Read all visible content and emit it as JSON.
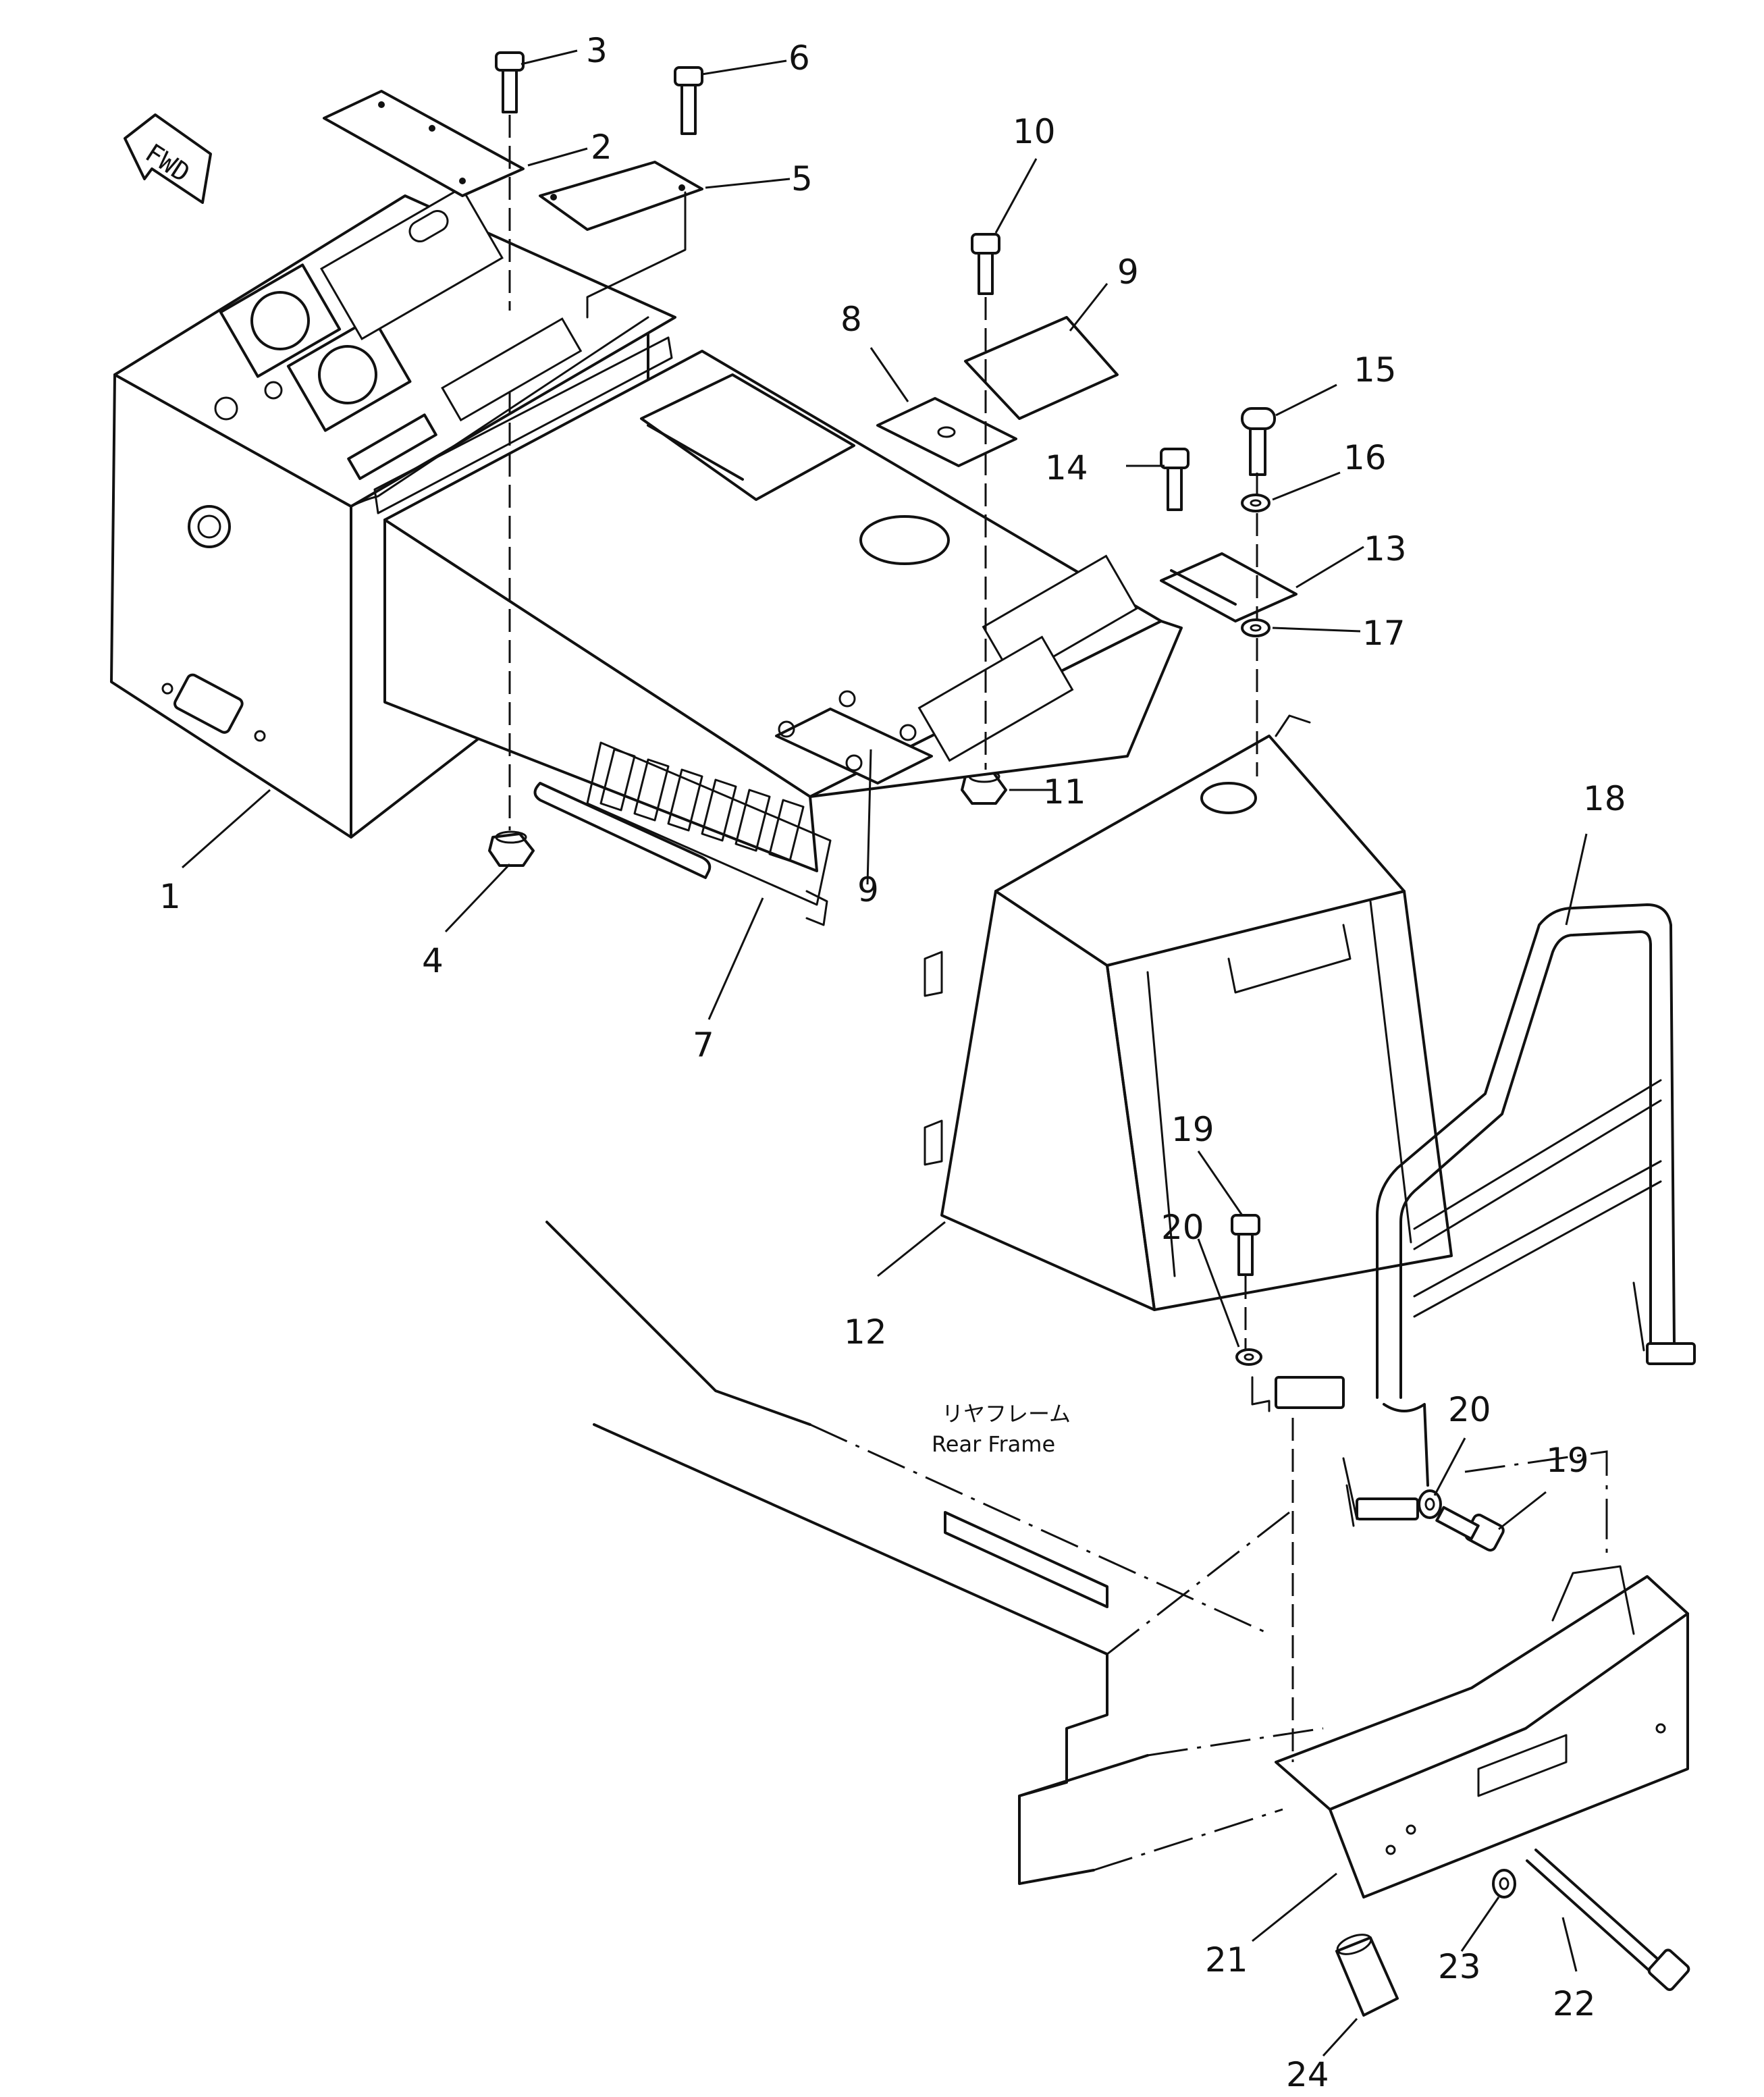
{
  "diagram": {
    "fwd_marker": "FWD",
    "rear_frame_label_jp": "リヤフレーム",
    "rear_frame_label_en": "Rear Frame",
    "callouts": {
      "p1": "1",
      "p2": "2",
      "p3": "3",
      "p4": "4",
      "p5": "5",
      "p6": "6",
      "p7": "7",
      "p8": "8",
      "p9a": "9",
      "p9b": "9",
      "p10": "10",
      "p11": "11",
      "p12": "12",
      "p13": "13",
      "p14": "14",
      "p15": "15",
      "p16": "16",
      "p17": "17",
      "p18": "18",
      "p19a": "19",
      "p19b": "19",
      "p20a": "20",
      "p20b": "20",
      "p21": "21",
      "p22": "22",
      "p23": "23",
      "p24": "24"
    }
  }
}
